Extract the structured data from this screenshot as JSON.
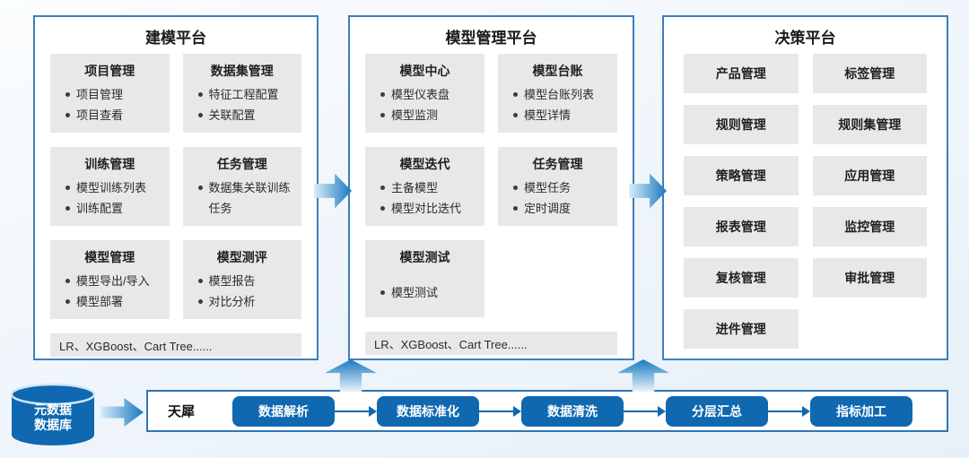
{
  "colors": {
    "panel_border": "#3D7EBF",
    "bar_border": "#2E75B6",
    "pill_blue": "#0F68B0",
    "card_gray": "#E8E8E8",
    "arrow_gradient_light": "#D9EDFA",
    "arrow_gradient_dark": "#1879C0"
  },
  "panels": [
    {
      "title": "建模平台",
      "cards": [
        {
          "title": "项目管理",
          "items": [
            "项目管理",
            "项目查看"
          ]
        },
        {
          "title": "数据集管理",
          "items": [
            "特征工程配置",
            "关联配置"
          ]
        },
        {
          "title": "训练管理",
          "items": [
            "模型训练列表",
            "训练配置"
          ]
        },
        {
          "title": "任务管理",
          "items": [
            "数据集关联训练任务"
          ]
        },
        {
          "title": "模型管理",
          "items": [
            "模型导出/导入",
            "模型部署"
          ]
        },
        {
          "title": "模型测评",
          "items": [
            "模型报告",
            "对比分析"
          ]
        }
      ],
      "footer": "LR、XGBoost、Cart Tree......"
    },
    {
      "title": "模型管理平台",
      "cards": [
        {
          "title": "模型中心",
          "items": [
            "模型仪表盘",
            "模型监测"
          ]
        },
        {
          "title": "模型台账",
          "items": [
            "模型台账列表",
            "模型详情"
          ]
        },
        {
          "title": "模型迭代",
          "items": [
            "主备模型",
            "模型对比迭代"
          ]
        },
        {
          "title": "任务管理",
          "items": [
            "模型任务",
            "定时调度"
          ]
        },
        {
          "title": "模型测试",
          "items": [
            "模型测试"
          ]
        }
      ],
      "footer": "LR、XGBoost、Cart Tree......"
    },
    {
      "title": "决策平台",
      "tiles": [
        "产品管理",
        "标签管理",
        "规则管理",
        "规则集管理",
        "策略管理",
        "应用管理",
        "报表管理",
        "监控管理",
        "复核管理",
        "审批管理",
        "进件管理"
      ]
    }
  ],
  "pipeline": {
    "source_line1": "元数据",
    "source_line2": "数据库",
    "label": "天犀",
    "steps": [
      "数据解析",
      "数据标准化",
      "数据清洗",
      "分层汇总",
      "指标加工"
    ]
  }
}
